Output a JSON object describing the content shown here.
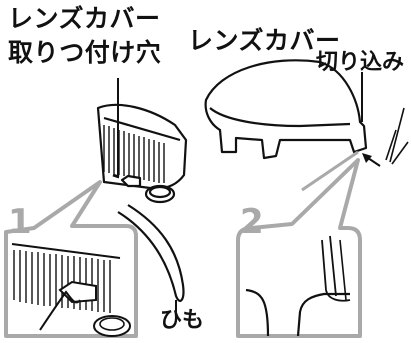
{
  "labels": {
    "mount_hole_line1": "レンズカバー",
    "mount_hole_line2": "取りつ付け穴",
    "lens_cover": "レンズカバー",
    "notch": "切り込み",
    "string": "ひも"
  },
  "steps": [
    "1",
    "2"
  ],
  "colors": {
    "ink": "#111111",
    "callout_gray": "#a9a9a9",
    "background": "#ffffff"
  }
}
